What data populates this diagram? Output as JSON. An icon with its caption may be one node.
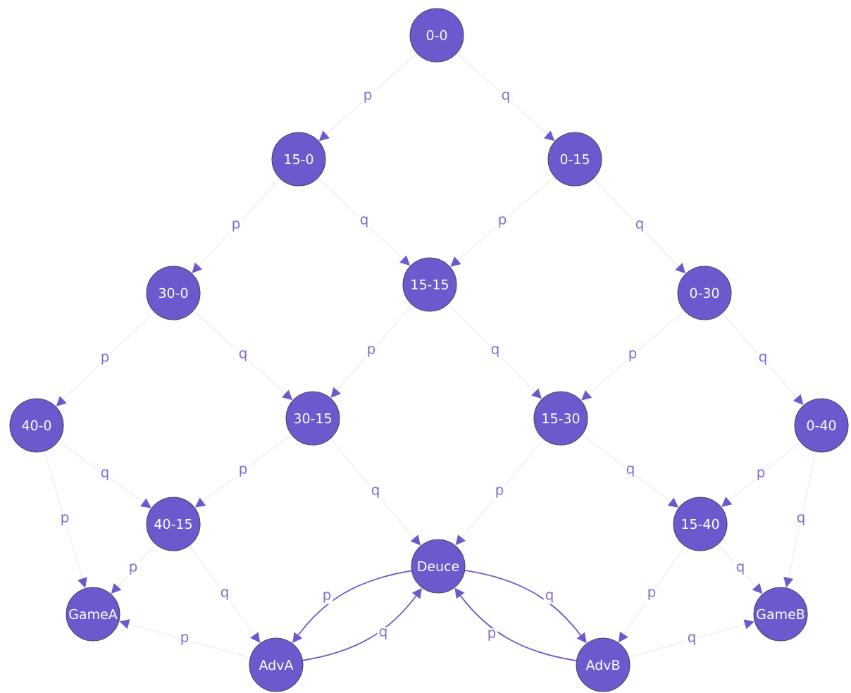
{
  "diagram": {
    "nodes": [
      {
        "text": [
          "0-0"
        ]
      },
      {
        "text": [
          "15-0"
        ]
      },
      {
        "text": [
          "0-15"
        ]
      },
      {
        "text": [
          "30-0"
        ]
      },
      {
        "text": [
          "15-15"
        ]
      },
      {
        "text": [
          "0-30"
        ]
      },
      {
        "text": [
          "40-0"
        ]
      },
      {
        "text": [
          "30-15"
        ]
      },
      {
        "text": [
          "15-30"
        ]
      },
      {
        "text": [
          "0-40"
        ]
      },
      {
        "text": [
          "40-15"
        ]
      },
      {
        "text": [
          "Deuce"
        ]
      },
      {
        "text": [
          "15-40"
        ]
      },
      {
        "text": [
          "GameA"
        ]
      },
      {
        "text": [
          "AdvA"
        ]
      },
      {
        "text": [
          "AdvB"
        ]
      },
      {
        "text": [
          "GameB"
        ]
      }
    ],
    "edges": [
      {
        "from": 0,
        "to": 1,
        "arrow": "to",
        "label": "p"
      },
      {
        "from": 0,
        "to": 2,
        "arrow": "to",
        "label": "q"
      },
      {
        "from": 1,
        "to": 3,
        "arrow": "to",
        "label": "p"
      },
      {
        "from": 1,
        "to": 4,
        "arrow": "to",
        "label": "q"
      },
      {
        "from": 2,
        "to": 4,
        "arrow": "to",
        "label": "p"
      },
      {
        "from": 2,
        "to": 5,
        "arrow": "to",
        "label": "q"
      },
      {
        "from": 3,
        "to": 6,
        "arrow": "to",
        "label": "p"
      },
      {
        "from": 3,
        "to": 7,
        "arrow": "to",
        "label": "q"
      },
      {
        "from": 4,
        "to": 7,
        "arrow": "to",
        "label": "p"
      },
      {
        "from": 4,
        "to": 8,
        "arrow": "to",
        "label": "q"
      },
      {
        "from": 5,
        "to": 8,
        "arrow": "to",
        "label": "p"
      },
      {
        "from": 5,
        "to": 9,
        "arrow": "to",
        "label": "q"
      },
      {
        "from": 6,
        "to": 13,
        "arrow": "to",
        "label": "p"
      },
      {
        "from": 6,
        "to": 10,
        "arrow": "to",
        "label": "q"
      },
      {
        "from": 7,
        "to": 10,
        "arrow": "to",
        "label": "p"
      },
      {
        "from": 7,
        "to": 11,
        "arrow": "to",
        "label": "q"
      },
      {
        "from": 8,
        "to": 11,
        "arrow": "to",
        "label": "p"
      },
      {
        "from": 8,
        "to": 12,
        "arrow": "to",
        "label": "q"
      },
      {
        "from": 9,
        "to": 12,
        "arrow": "to",
        "label": "p"
      },
      {
        "from": 9,
        "to": 16,
        "arrow": "to",
        "label": "q"
      },
      {
        "from": 10,
        "to": 13,
        "arrow": "to",
        "label": "p"
      },
      {
        "from": 10,
        "to": 14,
        "arrow": "to",
        "label": "q"
      },
      {
        "from": 12,
        "to": 15,
        "arrow": "to",
        "label": "p"
      },
      {
        "from": 12,
        "to": 16,
        "arrow": "to",
        "label": "q"
      },
      {
        "from": 11,
        "to": 14,
        "arrow": "to",
        "label": "p",
        "color": "#6a5acd"
      },
      {
        "from": 11,
        "to": 15,
        "arrow": "to",
        "label": "q",
        "color": "#6a5acd"
      },
      {
        "from": 14,
        "to": 13,
        "arrow": "to",
        "label": "p"
      },
      {
        "from": 14,
        "to": 11,
        "arrow": "to",
        "label": "q",
        "color": "#6a5acd"
      },
      {
        "from": 15,
        "to": 11,
        "arrow": "to",
        "label": "p",
        "color": "#6a5acd"
      },
      {
        "from": 15,
        "to": 16,
        "arrow": "to",
        "label": "q"
      }
    ]
  }
}
